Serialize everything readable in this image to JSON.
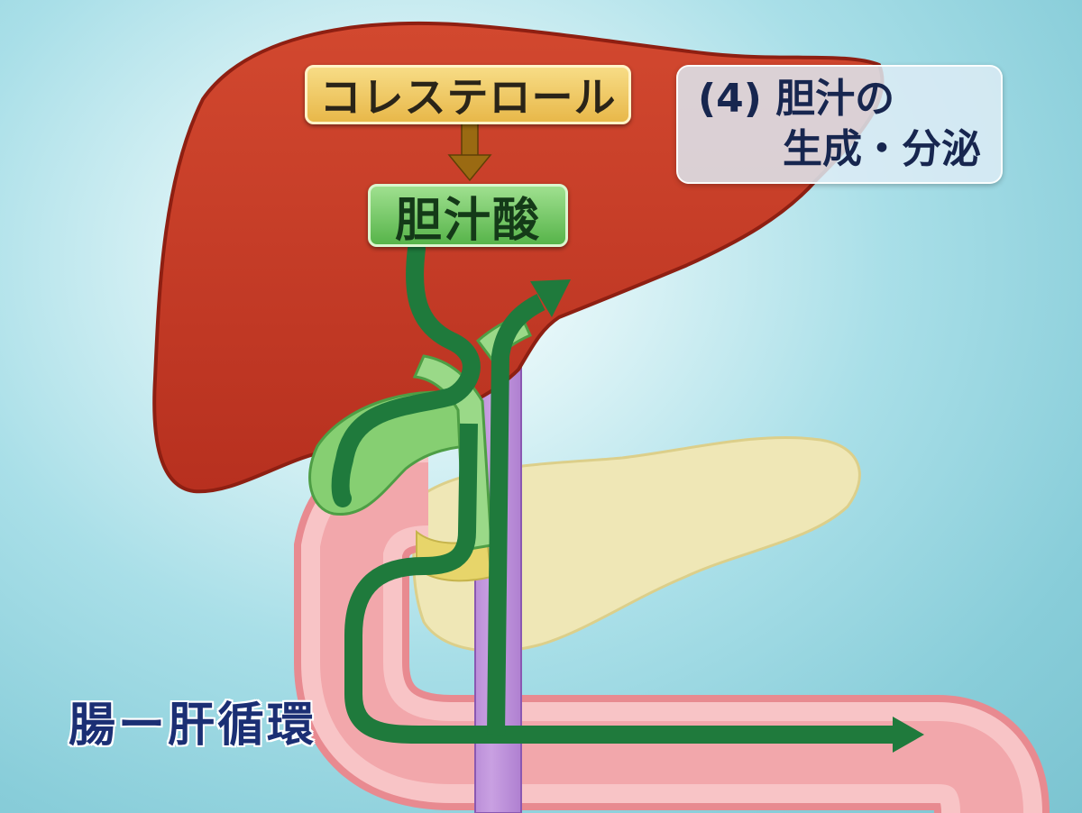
{
  "labels": {
    "cholesterol": "コレステロール",
    "bile_acid": "胆汁酸",
    "enterohepatic_circulation": "腸ー肝循環"
  },
  "section_title": {
    "line1": "(4) 胆汁の",
    "line2": "生成・分泌"
  },
  "colors": {
    "liver": "#c33a27",
    "pancreas": "#efe7b6",
    "intestine": "#f3a6a8",
    "blood_vessel": "#b889d4",
    "bile_flow_arrow": "#1f7a3c",
    "conversion_arrow": "#9a6a12",
    "gallbladder": "#7fc86a"
  }
}
